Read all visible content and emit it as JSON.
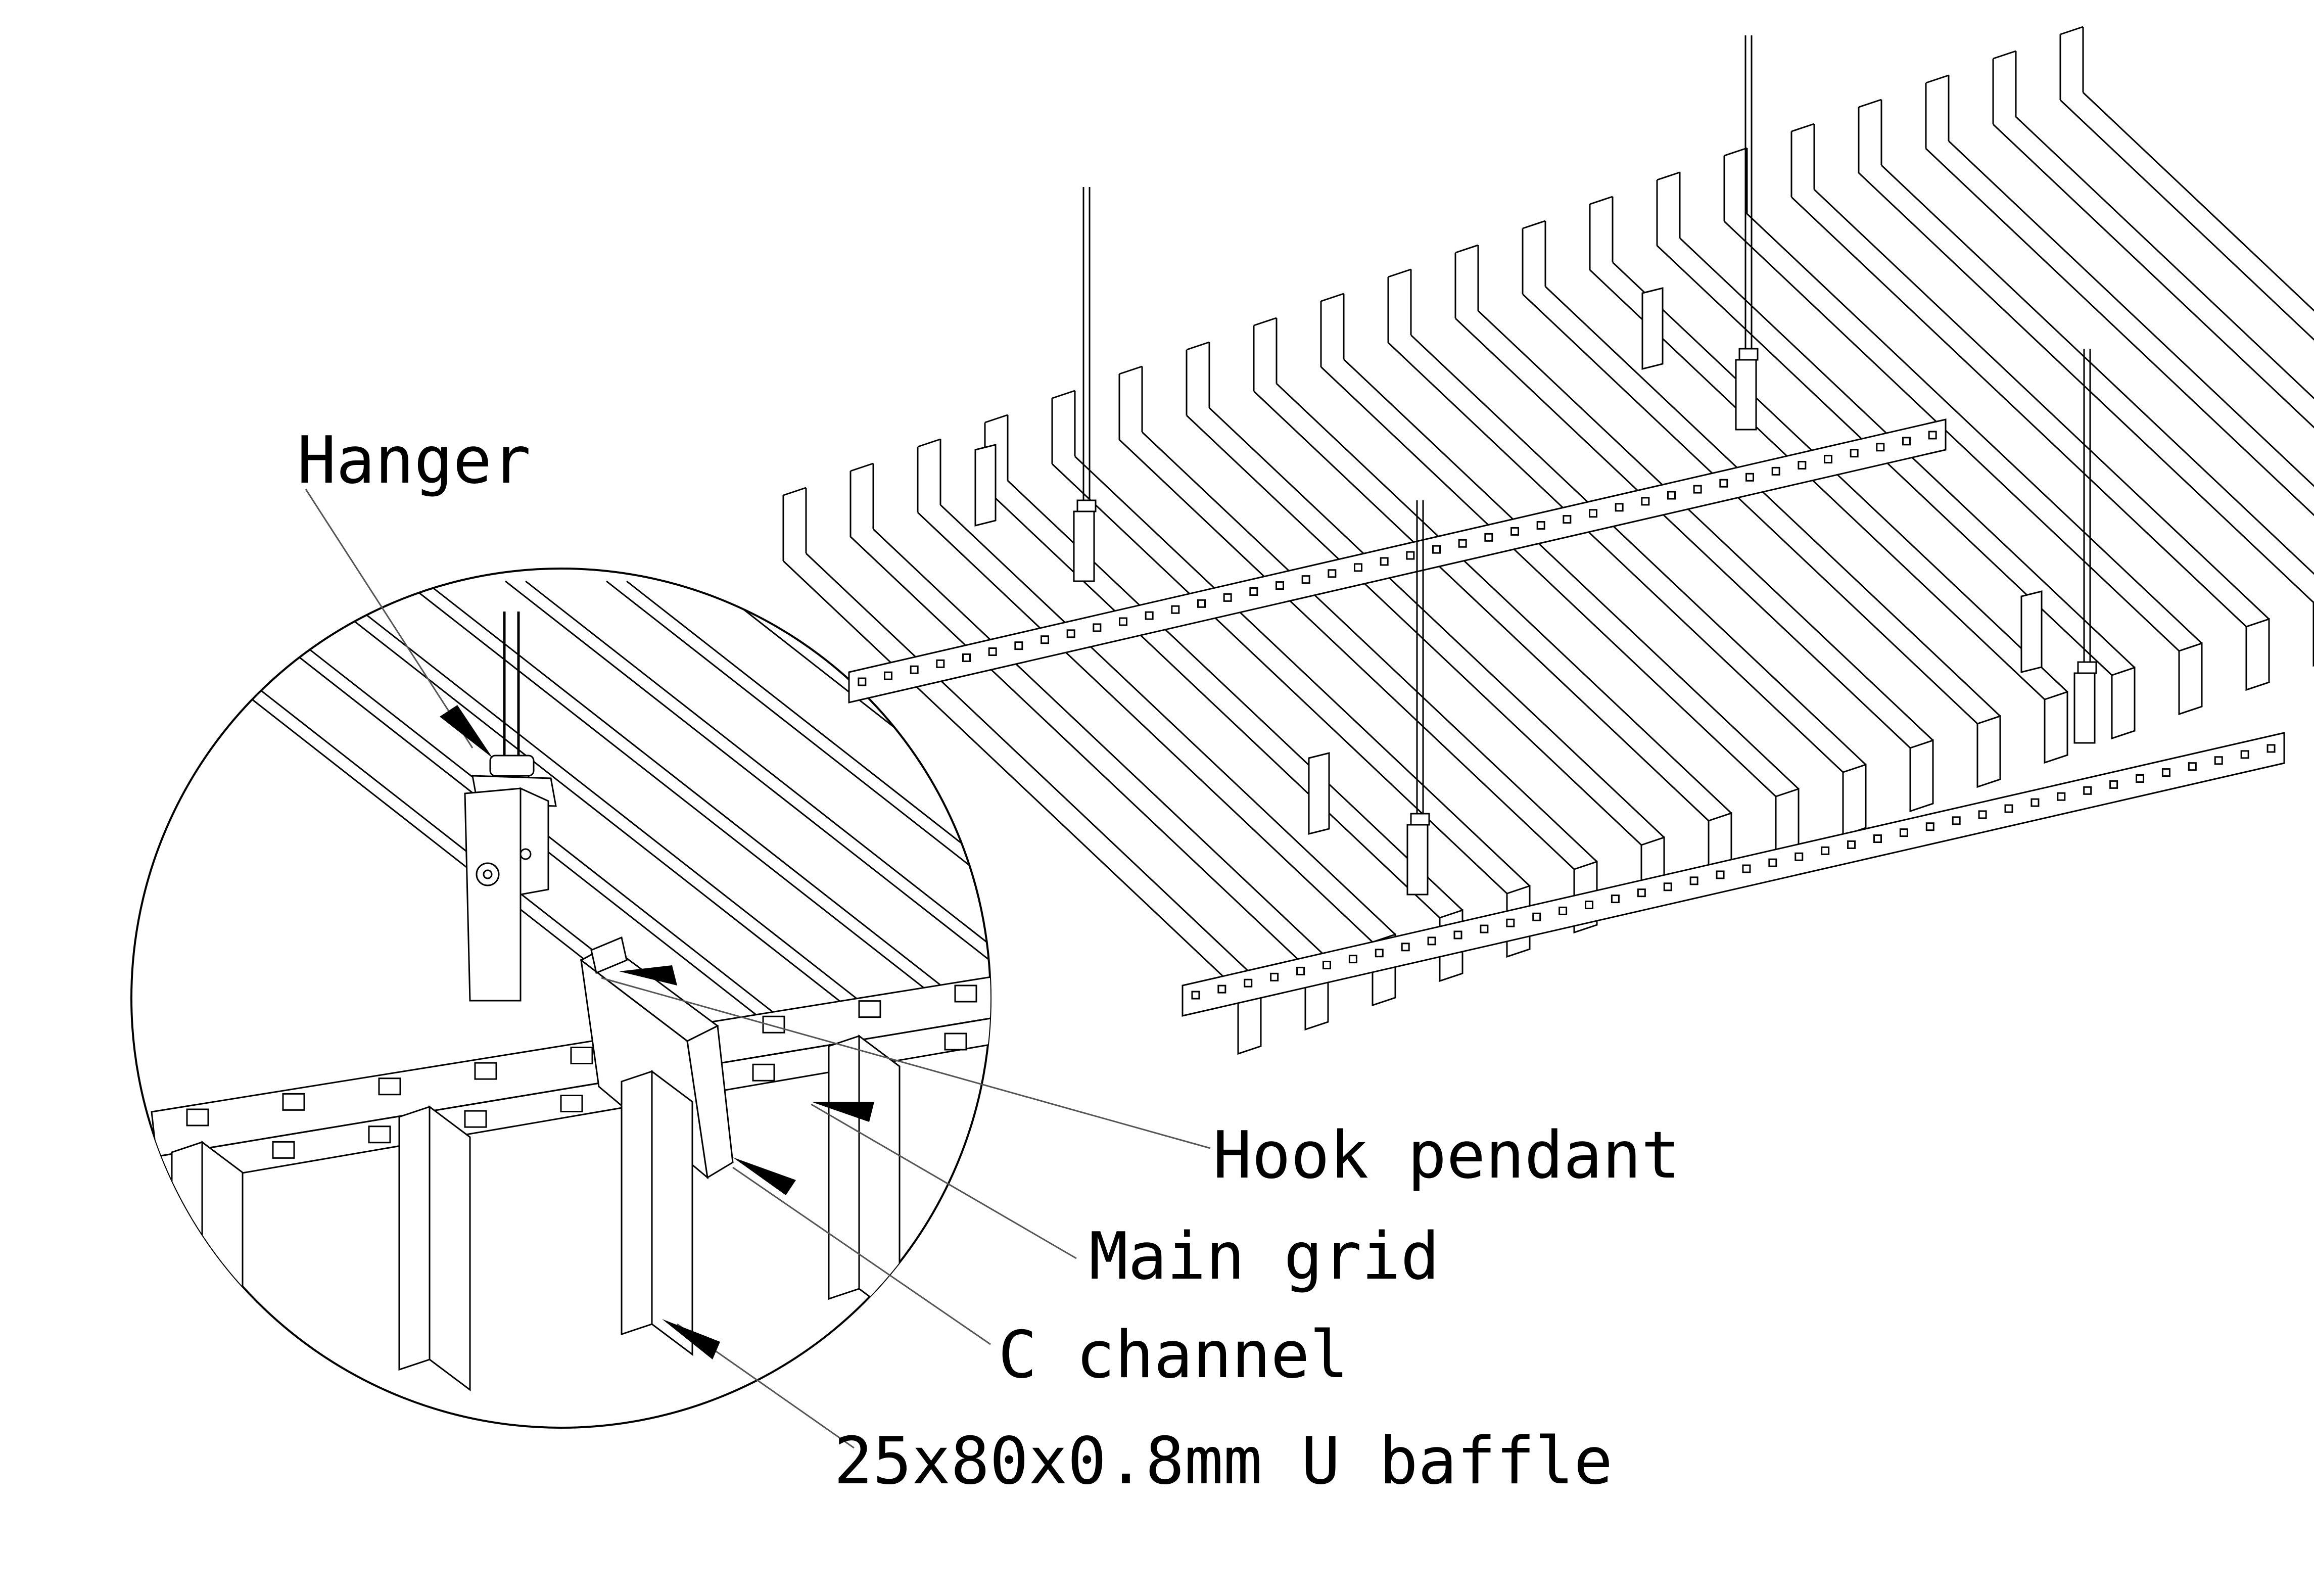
{
  "labels": {
    "hanger": "Hanger",
    "hook_pendant": "Hook pendant",
    "main_grid": "Main grid",
    "c_channel": "C channel",
    "u_baffle": "25x80x0.8mm U baffle"
  },
  "colors": {
    "line": "#000000",
    "leader": "#555555",
    "background": "#ffffff"
  }
}
